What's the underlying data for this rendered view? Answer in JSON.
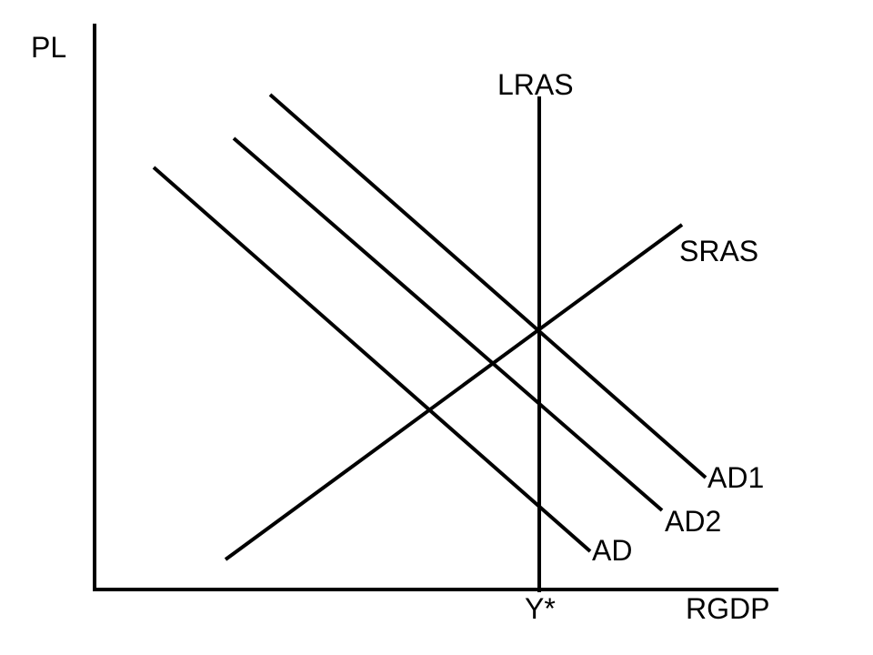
{
  "axes": {
    "y_label": "PL",
    "x_label": "RGDP",
    "x_tick": "Y*"
  },
  "curves": {
    "lras": "LRAS",
    "sras": "SRAS",
    "ad1": "AD1",
    "ad2": "AD2",
    "ad": "AD"
  },
  "colors": {
    "ink": "#000000",
    "background": "#ffffff"
  }
}
